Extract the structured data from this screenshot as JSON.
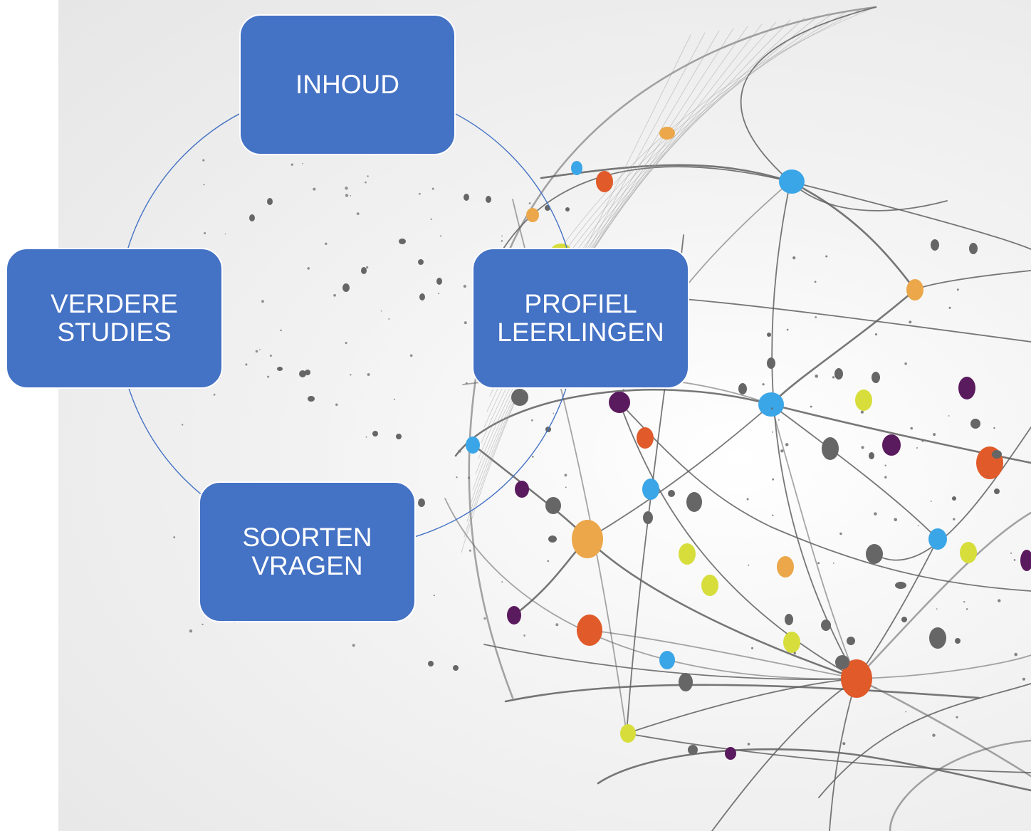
{
  "diagram": {
    "type": "cycle",
    "nodes": [
      {
        "id": "inhoud",
        "label": "INHOUD"
      },
      {
        "id": "profiel",
        "label": "PROFIEL\nLEERLINGEN"
      },
      {
        "id": "soorten",
        "label": "SOORTEN\nVRAGEN"
      },
      {
        "id": "verdere",
        "label": "VERDERE\nSTUDIES"
      }
    ]
  },
  "colors": {
    "box_fill": "#4472c4",
    "box_border": "#ffffff",
    "cycle_line": "#4472c4",
    "network_line": "#5f5f5f",
    "dot_palette": [
      "#3aa6e8",
      "#e05a2a",
      "#eba74a",
      "#d7de3c",
      "#5a1a5e",
      "#666666"
    ]
  },
  "background_image": "abstract network globe illustration"
}
